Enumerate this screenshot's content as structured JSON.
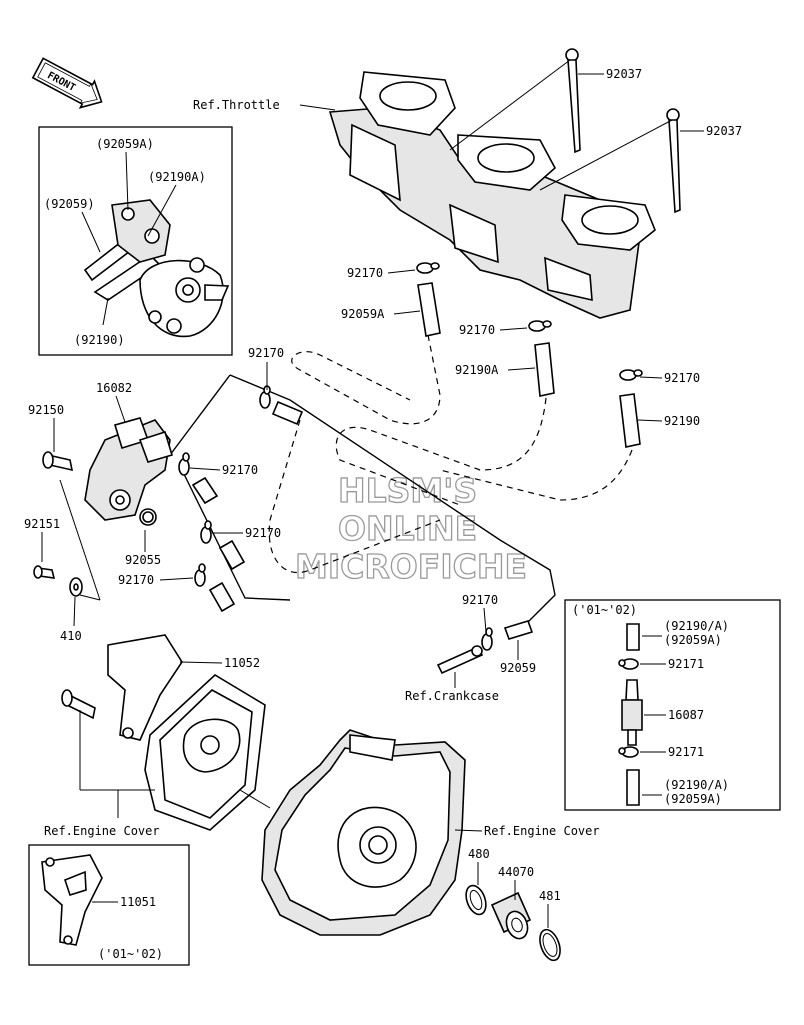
{
  "diagram": {
    "front_badge": "FRONT",
    "watermark": [
      "HLSM'S",
      "ONLINE",
      "MICROFICHE"
    ],
    "labels": {
      "ref_throttle": "Ref.Throttle",
      "p92037_a": "92037",
      "p92037_b": "92037",
      "inset_92059a": "(92059A)",
      "inset_92190a": "(92190A)",
      "inset_92059": "(92059)",
      "inset_92190": "(92190)",
      "p92170_1": "92170",
      "p92059a": "92059A",
      "p92170_2": "92170",
      "p92190a": "92190A",
      "p92170_3": "92170",
      "p92190": "92190",
      "p92170_4": "92170",
      "p16082": "16082",
      "p92150": "92150",
      "p92170_5": "92170",
      "p92151": "92151",
      "p92170_6": "92170",
      "p92055": "92055",
      "p92170_7": "92170",
      "p410": "410",
      "p92170_8": "92170",
      "p92059": "92059",
      "ref_crankcase": "Ref.Crankcase",
      "p11052": "11052",
      "ref_engine_cover_left": "Ref.Engine Cover",
      "ref_engine_cover_right": "Ref.Engine Cover",
      "p480": "480",
      "p44070": "44070",
      "p481": "481",
      "p11051": "11051",
      "inset_years_left": "('01~'02)",
      "inset_years_right": "('01~'02)",
      "r_92190a_top": "(92190/A)",
      "r_92059a_top": "(92059A)",
      "r_92171_top": "92171",
      "r_16087": "16087",
      "r_92171_bot": "92171",
      "r_92190a_bot": "(92190/A)",
      "r_92059a_bot": "(92059A)"
    }
  }
}
